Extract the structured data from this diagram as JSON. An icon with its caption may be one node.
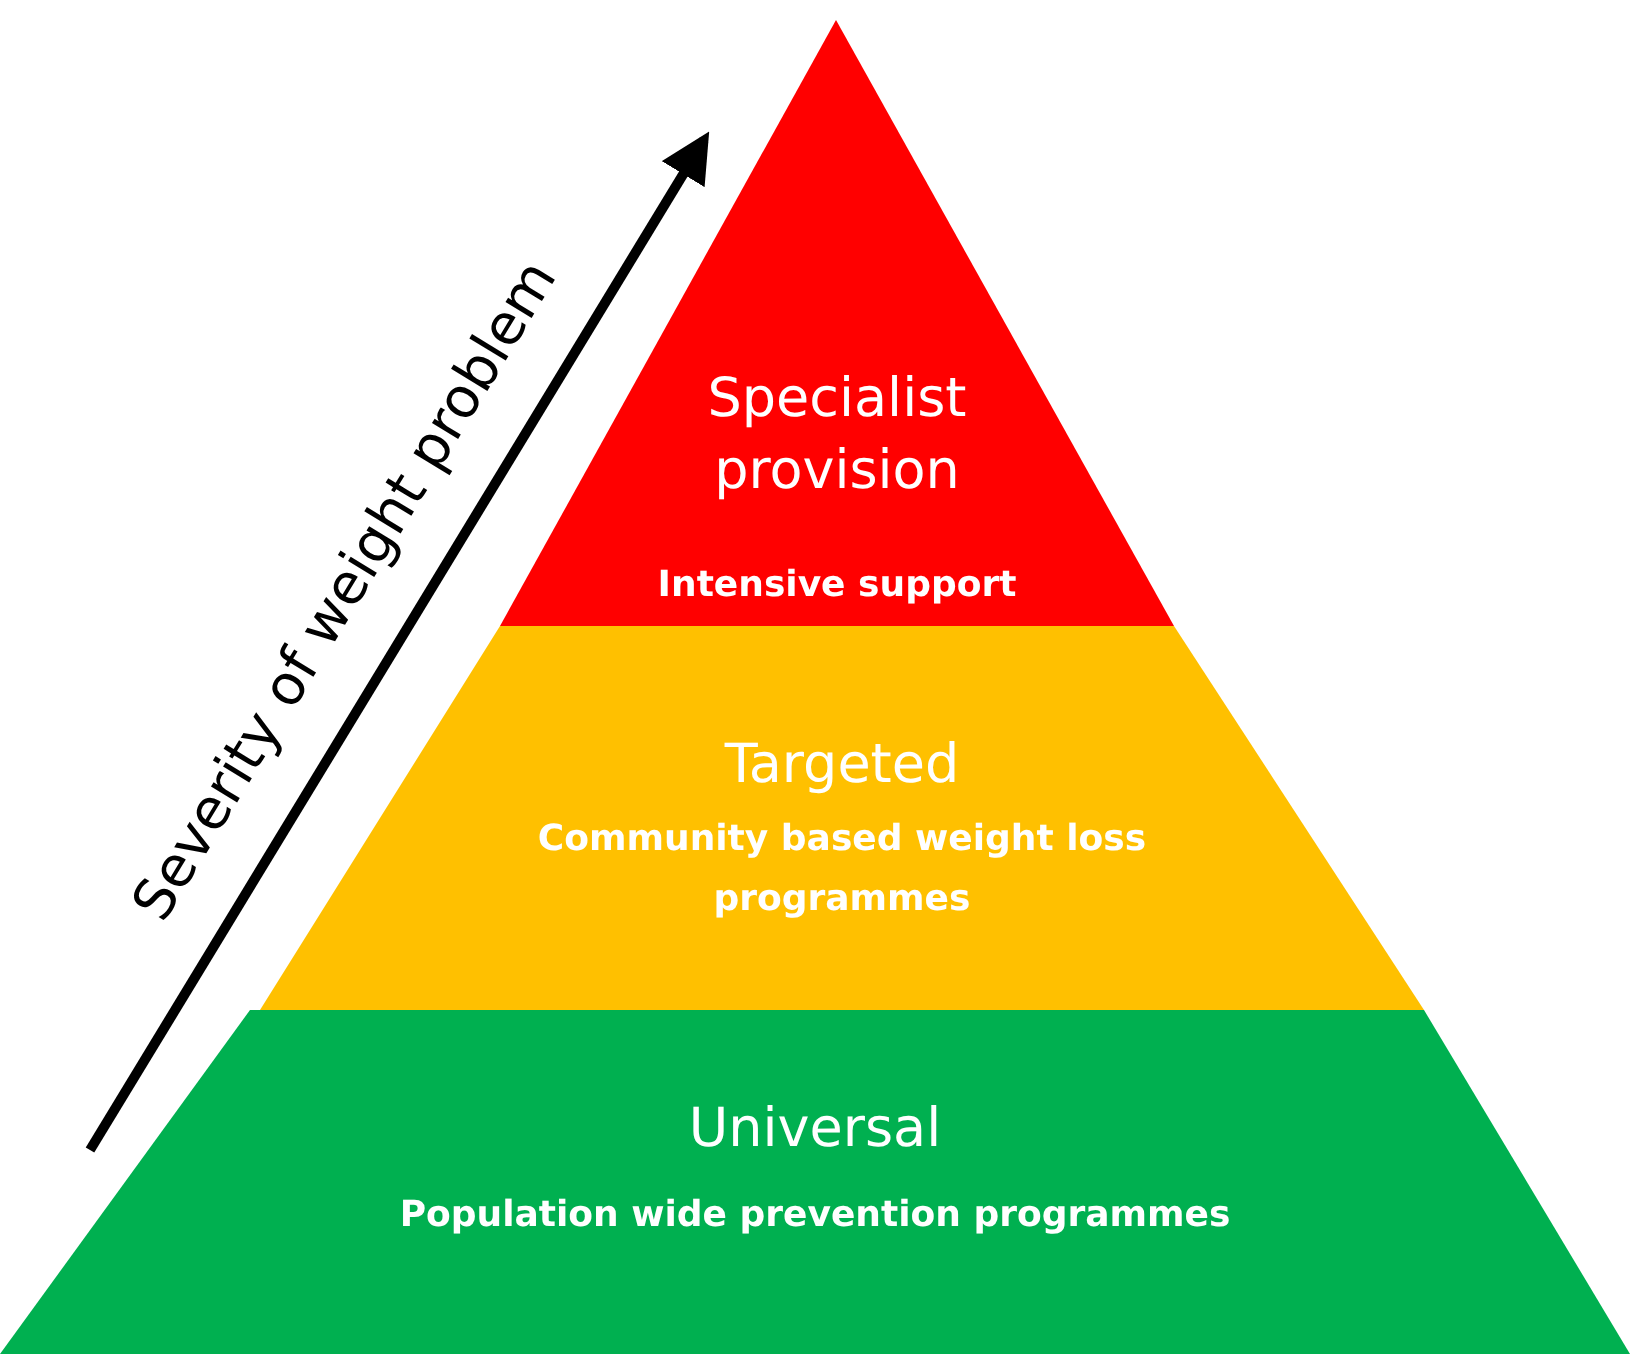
{
  "diagram": {
    "nodes": [
      {
        "text": [
          "Specialist provision",
          "Intensive support"
        ]
      },
      {
        "text": [
          "Targeted",
          "Community based weight loss programmes"
        ]
      },
      {
        "text": [
          "Universal",
          "Population wide prevention programmes"
        ]
      }
    ],
    "edges": [],
    "labels": [
      "Severity of weight problem"
    ]
  }
}
